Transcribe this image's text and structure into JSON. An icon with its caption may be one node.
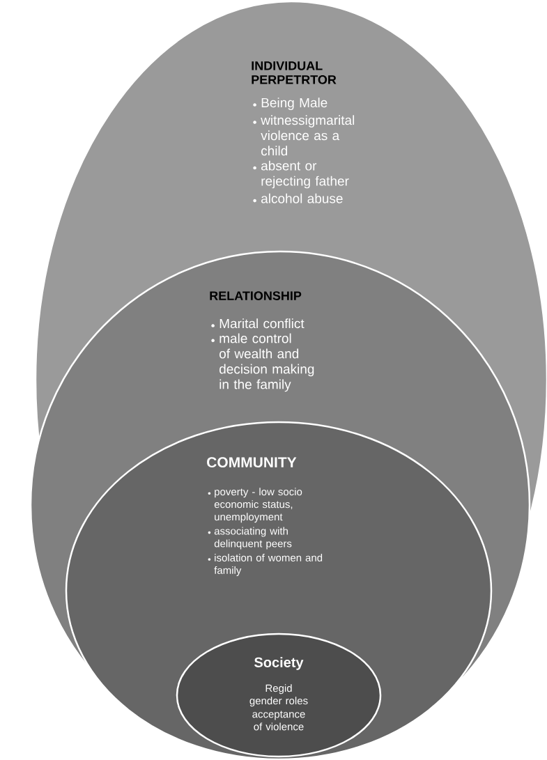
{
  "diagram": {
    "nodes": [
      {
        "text": [
          "INDIVIDUAL PERPETRTOR",
          "Being Male",
          "witnessigmarital violence as a child",
          "absent or rejecting father",
          "alcohol abuse"
        ]
      },
      {
        "text": [
          "RELATIONSHIP",
          "Marital conflict",
          "male control of wealth and decision making in the family"
        ],
        "in": 0
      },
      {
        "text": [
          "COMMUNITY",
          "poverty - low socio economic status, unemployment",
          "associating with delinquent peers",
          "isolation of women and family"
        ],
        "in": 1
      },
      {
        "text": [
          "Society",
          "Regid gender roles",
          "acceptance of violence"
        ],
        "in": 2
      }
    ]
  }
}
